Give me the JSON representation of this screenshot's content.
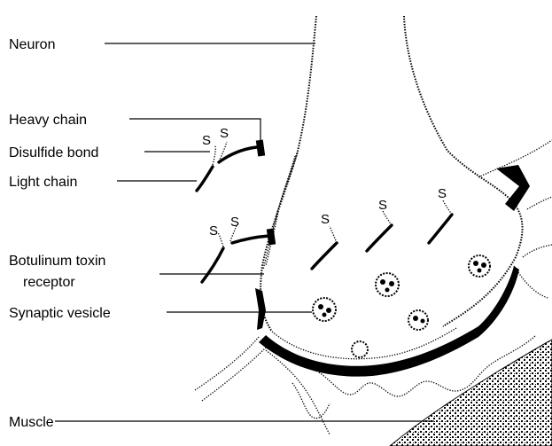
{
  "labels": {
    "neuron": "Neuron",
    "heavy_chain": "Heavy chain",
    "disulfide_bond": "Disulfide bond",
    "light_chain": "Light chain",
    "receptor_line1": "Botulinum toxin",
    "receptor_line2": "receptor",
    "synaptic_vesicle": "Synaptic vesicle",
    "muscle": "Muscle"
  },
  "sulfur_symbol": "S"
}
